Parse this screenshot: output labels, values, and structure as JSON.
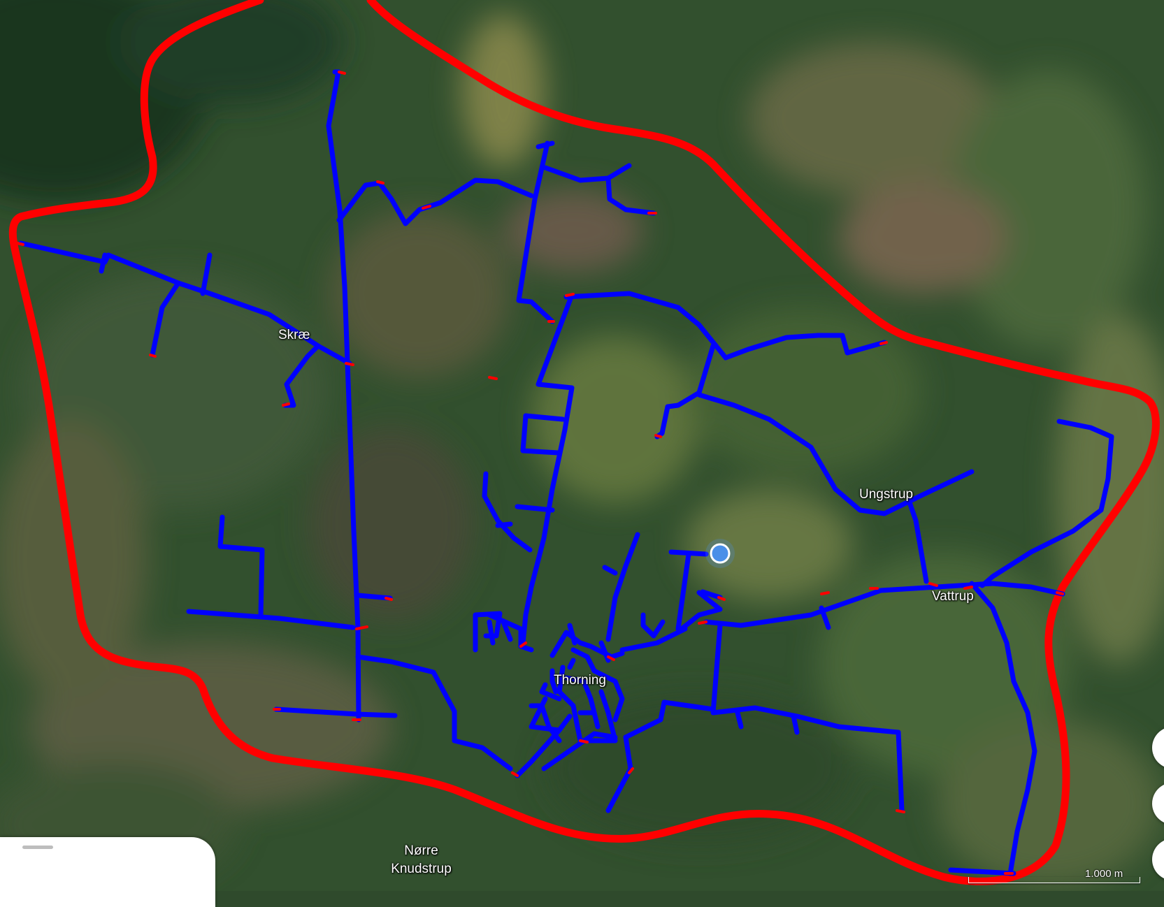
{
  "map": {
    "base_layer": "satellite-imagery",
    "boundary_color": "#ff0000",
    "network_color": "#0000ff",
    "places": [
      {
        "id": "skrae",
        "label": "Skræ"
      },
      {
        "id": "ungstrup",
        "label": "Ungstrup"
      },
      {
        "id": "vattrup",
        "label": "Vattrup"
      },
      {
        "id": "thorning",
        "label": "Thorning"
      },
      {
        "id": "norre-knudstrup",
        "label": "Nørre\nKnudstrup"
      }
    ],
    "location_marker": {
      "color": "#4a8fe8",
      "icon": "my-location-dot-icon"
    },
    "scale": {
      "label": "1.000 m"
    }
  },
  "controls": {
    "buttons": [
      {
        "id": "zoom-in",
        "icon": "plus-icon"
      },
      {
        "id": "zoom-out",
        "icon": "minus-icon"
      },
      {
        "id": "layers",
        "icon": "layers-icon"
      }
    ]
  },
  "bottom_sheet": {
    "handle": "drag-handle"
  }
}
